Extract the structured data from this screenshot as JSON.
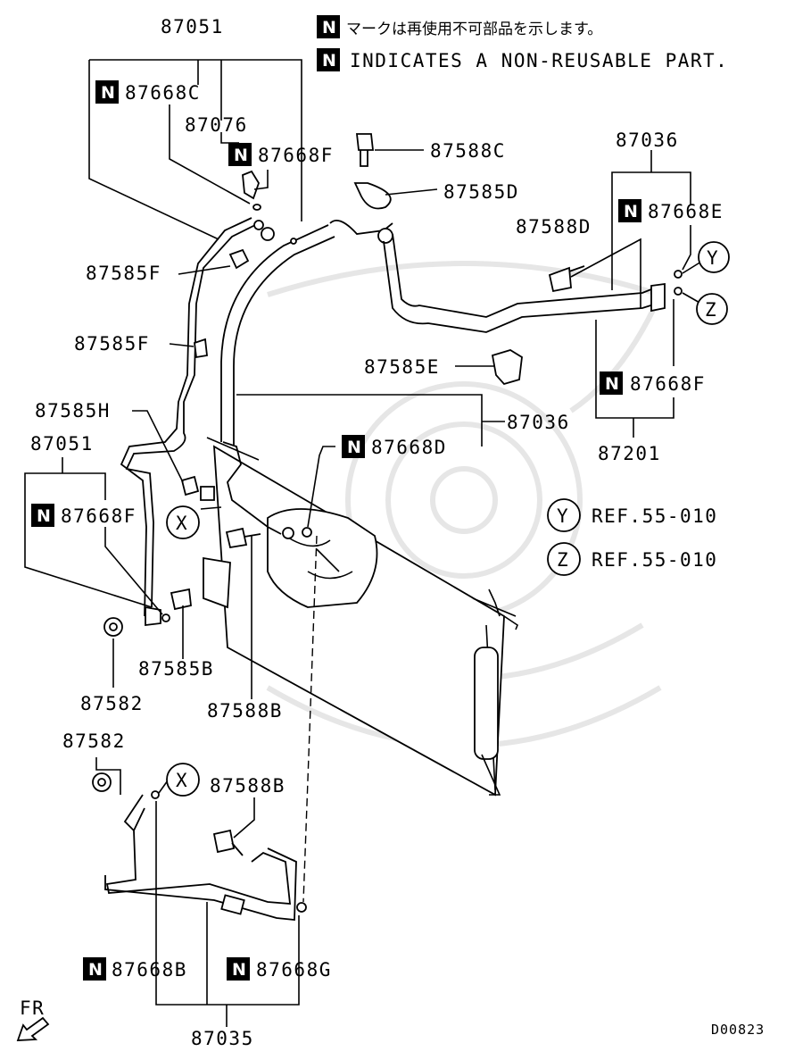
{
  "legend": {
    "marker": "N",
    "line_jp": "マークは再使用不可部品を示します。",
    "line_en": "INDICATES A NON-REUSABLE PART."
  },
  "labels": {
    "p87051_top": "87051",
    "p87668C": "87668C",
    "p87076": "87076",
    "p87668F_top": "87668F",
    "p87588C": "87588C",
    "p87585D": "87585D",
    "p87036_top": "87036",
    "p87668E": "87668E",
    "p87588D": "87588D",
    "p87585F_1": "87585F",
    "p87585F_2": "87585F",
    "p87585E": "87585E",
    "p87668F_right": "87668F",
    "p87585H": "87585H",
    "p87036_mid": "87036",
    "p87668D": "87668D",
    "p87201": "87201",
    "p87051_left": "87051",
    "p87668F_left": "87668F",
    "p87585B": "87585B",
    "p87582_1": "87582",
    "p87588B_1": "87588B",
    "p87582_2": "87582",
    "p87588B_2": "87588B",
    "p87668B": "87668B",
    "p87668G": "87668G",
    "p87035": "87035"
  },
  "refs": {
    "Y": "Y",
    "Z": "Z",
    "X": "X",
    "y_text": "REF.55-010",
    "z_text": "REF.55-010"
  },
  "footer": {
    "fr": "FR",
    "code": "D00823"
  },
  "colors": {
    "ink": "#000000",
    "paper": "#ffffff",
    "watermark": "#e6e6e6"
  }
}
